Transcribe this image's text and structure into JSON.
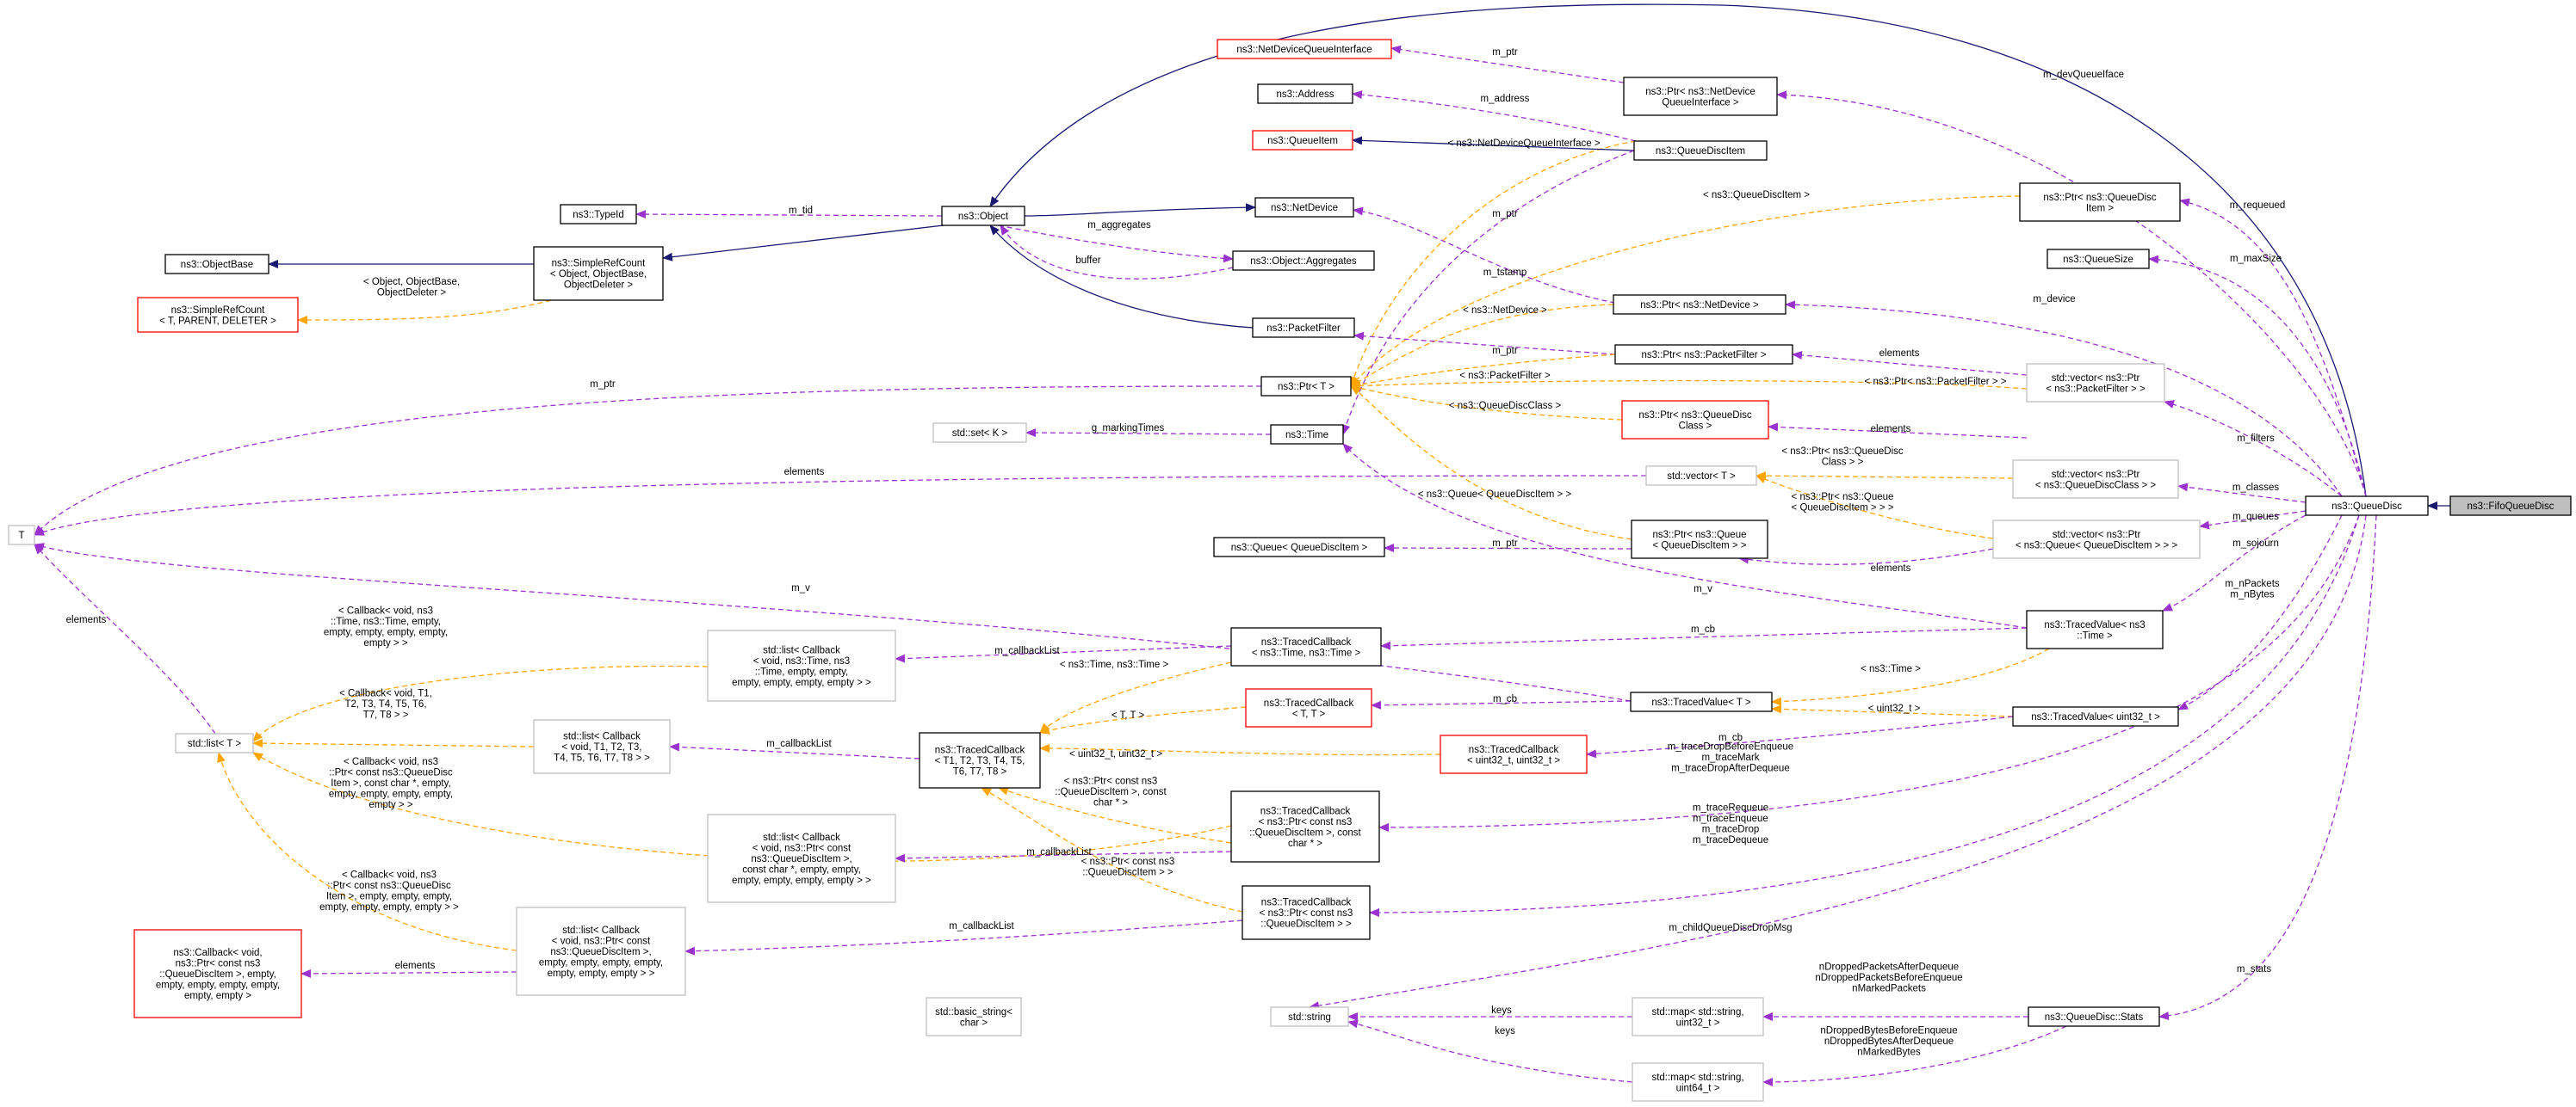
{
  "colors": {
    "inheritance": "#191970",
    "usage": "#9a32cd",
    "template": "#ffa500",
    "documented_border": "#000000",
    "undocumented_border": "#ff0000",
    "external_border": "#bfbfbf",
    "current_fill": "#bfbfbf"
  },
  "nodes": {
    "fifo": {
      "lines": [
        "ns3::FifoQueueDisc"
      ]
    },
    "queuedisc": {
      "lines": [
        "ns3::QueueDisc"
      ]
    },
    "object": {
      "lines": [
        "ns3::Object"
      ]
    },
    "simplerefcount": {
      "lines": [
        "ns3::SimpleRefCount",
        "< Object, ObjectBase,",
        "ObjectDeleter >"
      ]
    },
    "objectbase": {
      "lines": [
        "ns3::ObjectBase"
      ]
    },
    "simplerefcount_tpl": {
      "lines": [
        "ns3::SimpleRefCount",
        "< T, PARENT, DELETER >"
      ]
    },
    "typeid": {
      "lines": [
        "ns3::TypeId"
      ]
    },
    "ndqi": {
      "lines": [
        "ns3::NetDeviceQueueInterface"
      ]
    },
    "address": {
      "lines": [
        "ns3::Address"
      ]
    },
    "queueitem": {
      "lines": [
        "ns3::QueueItem"
      ]
    },
    "netdevice": {
      "lines": [
        "ns3::NetDevice"
      ]
    },
    "aggregates": {
      "lines": [
        "ns3::Object::Aggregates"
      ]
    },
    "packetfilter": {
      "lines": [
        "ns3::PacketFilter"
      ]
    },
    "ptr_t": {
      "lines": [
        "ns3::Ptr< T >"
      ]
    },
    "time": {
      "lines": [
        "ns3::Time"
      ]
    },
    "set_k": {
      "lines": [
        "std::set< K >"
      ]
    },
    "T": {
      "lines": [
        "T"
      ]
    },
    "queue_qdi": {
      "lines": [
        "ns3::Queue< QueueDiscItem >"
      ]
    },
    "ptr_ndqi": {
      "lines": [
        "ns3::Ptr< ns3::NetDevice",
        "QueueInterface >"
      ]
    },
    "qdi": {
      "lines": [
        "ns3::QueueDiscItem"
      ]
    },
    "ptr_qdi": {
      "lines": [
        "ns3::Ptr< ns3::QueueDisc",
        "Item >"
      ]
    },
    "queuesize": {
      "lines": [
        "ns3::QueueSize"
      ]
    },
    "ptr_nd": {
      "lines": [
        "ns3::Ptr< ns3::NetDevice >"
      ]
    },
    "ptr_pf": {
      "lines": [
        "ns3::Ptr< ns3::PacketFilter >"
      ]
    },
    "vec_pf": {
      "lines": [
        "std::vector< ns3::Ptr",
        "< ns3::PacketFilter > >"
      ]
    },
    "ptr_qdc": {
      "lines": [
        "ns3::Ptr< ns3::QueueDisc",
        "Class >"
      ]
    },
    "vec_t": {
      "lines": [
        "std::vector< T >"
      ]
    },
    "vec_qdc": {
      "lines": [
        "std::vector< ns3::Ptr",
        "< ns3::QueueDiscClass > >"
      ]
    },
    "ptr_queue": {
      "lines": [
        "ns3::Ptr< ns3::Queue",
        "< QueueDiscItem > >"
      ]
    },
    "vec_queue": {
      "lines": [
        "std::vector< ns3::Ptr",
        "< ns3::Queue< QueueDiscItem > > >"
      ]
    },
    "tv_time": {
      "lines": [
        "ns3::TracedValue< ns3",
        "::Time >"
      ]
    },
    "tv_T": {
      "lines": [
        "ns3::TracedValue< T >"
      ]
    },
    "tv_u32": {
      "lines": [
        "ns3::TracedValue< uint32_t >"
      ]
    },
    "tc_time": {
      "lines": [
        "ns3::TracedCallback",
        "< ns3::Time, ns3::Time >"
      ]
    },
    "tc_tt": {
      "lines": [
        "ns3::TracedCallback",
        "< T, T >"
      ]
    },
    "tc_u32": {
      "lines": [
        "ns3::TracedCallback",
        "< uint32_t, uint32_t >"
      ]
    },
    "tc_main": {
      "lines": [
        "ns3::TracedCallback",
        "< T1, T2, T3, T4, T5,",
        "T6, T7, T8 >"
      ]
    },
    "tc_ptr_char": {
      "lines": [
        "ns3::TracedCallback",
        "< ns3::Ptr< const ns3",
        "::QueueDiscItem >, const",
        "char * >"
      ]
    },
    "tc_ptr": {
      "lines": [
        "ns3::TracedCallback",
        "< ns3::Ptr< const ns3",
        "::QueueDiscItem > >"
      ]
    },
    "list_T": {
      "lines": [
        "std::list< T >"
      ]
    },
    "list_time": {
      "lines": [
        "std::list< Callback",
        "< void, ns3::Time, ns3",
        "::Time, empty, empty,",
        "empty, empty, empty, empty > >"
      ]
    },
    "list_tt": {
      "lines": [
        "std::list< Callback",
        "< void, T1, T2, T3,",
        "T4, T5, T6, T7, T8 > >"
      ]
    },
    "list_ptr_char": {
      "lines": [
        "std::list< Callback",
        "< void, ns3::Ptr< const",
        "ns3::QueueDiscItem >,",
        "const char *, empty, empty,",
        "empty, empty, empty, empty > >"
      ]
    },
    "list_ptr": {
      "lines": [
        "std::list< Callback",
        "< void, ns3::Ptr< const",
        "ns3::QueueDiscItem >,",
        "empty, empty, empty, empty,",
        "empty, empty, empty > >"
      ]
    },
    "callback_ptr": {
      "lines": [
        "ns3::Callback< void,",
        "ns3::Ptr< const ns3",
        "::QueueDiscItem >, empty,",
        "empty, empty, empty, empty,",
        "empty, empty >"
      ]
    },
    "basic_string": {
      "lines": [
        "std::basic_string<",
        "char >"
      ]
    },
    "string": {
      "lines": [
        "std::string"
      ]
    },
    "map_u32": {
      "lines": [
        "std::map< std::string,",
        "uint32_t >"
      ]
    },
    "map_u64": {
      "lines": [
        "std::map< std::string,",
        "uint64_t >"
      ]
    },
    "stats": {
      "lines": [
        "ns3::QueueDisc::Stats"
      ]
    }
  },
  "edges": [
    {
      "id": "e01",
      "label": [
        "m_ptr"
      ]
    },
    {
      "id": "e02",
      "label": [
        "m_address"
      ]
    },
    {
      "id": "e03",
      "label": [
        "< ns3::NetDeviceQueueInterface >"
      ]
    },
    {
      "id": "e04",
      "label": [
        "m_ptr"
      ]
    },
    {
      "id": "e05",
      "label": [
        "m_tid"
      ]
    },
    {
      "id": "e06",
      "label": [
        "m_aggregates"
      ]
    },
    {
      "id": "e07",
      "label": [
        "buffer"
      ]
    },
    {
      "id": "e08",
      "label": [
        "< ns3::QueueDiscItem >"
      ]
    },
    {
      "id": "e09",
      "label": [
        "m_ptr"
      ]
    },
    {
      "id": "e10",
      "label": [
        "m_tstamp"
      ]
    },
    {
      "id": "e11",
      "label": [
        "< ns3::NetDevice >"
      ]
    },
    {
      "id": "e12",
      "label": [
        "< Object, ObjectBase,",
        "ObjectDeleter >"
      ]
    },
    {
      "id": "e13",
      "label": [
        "m_ptr"
      ]
    },
    {
      "id": "e14",
      "label": [
        "elements"
      ]
    },
    {
      "id": "e15",
      "label": [
        "< ns3::PacketFilter >"
      ]
    },
    {
      "id": "e16",
      "label": [
        "< ns3::Ptr< ns3::PacketFilter > >"
      ]
    },
    {
      "id": "e17",
      "label": [
        "m_ptr"
      ]
    },
    {
      "id": "e18",
      "label": [
        "g_markingTimes"
      ]
    },
    {
      "id": "e19",
      "label": [
        "< ns3::QueueDiscClass >"
      ]
    },
    {
      "id": "e20",
      "label": [
        "< ns3::Queue< QueueDiscItem > >"
      ]
    },
    {
      "id": "e21",
      "label": [
        "elements"
      ]
    },
    {
      "id": "e22",
      "label": [
        "< ns3::Ptr< ns3::QueueDisc",
        "Class > >"
      ]
    },
    {
      "id": "e23",
      "label": [
        "elements"
      ]
    },
    {
      "id": "e24",
      "label": [
        "< ns3::Ptr< ns3::Queue",
        "< QueueDiscItem > > >"
      ]
    },
    {
      "id": "e25",
      "label": [
        "m_ptr"
      ]
    },
    {
      "id": "e26",
      "label": [
        "elements"
      ]
    },
    {
      "id": "e27",
      "label": [
        "m_v"
      ]
    },
    {
      "id": "e28",
      "label": [
        "m_v"
      ]
    },
    {
      "id": "e29",
      "label": [
        "m_cb"
      ]
    },
    {
      "id": "e30",
      "label": [
        "< ns3::Time >"
      ]
    },
    {
      "id": "e31",
      "label": [
        "m_callbackList"
      ]
    },
    {
      "id": "e32",
      "label": [
        "< ns3::Time, ns3::Time >"
      ]
    },
    {
      "id": "e33",
      "label": [
        "< Callback< void, ns3",
        "::Time, ns3::Time, empty,",
        "empty, empty, empty, empty,",
        "empty > >"
      ]
    },
    {
      "id": "e34",
      "label": [
        "elements"
      ]
    },
    {
      "id": "e35",
      "label": [
        "< T, T >"
      ]
    },
    {
      "id": "e36",
      "label": [
        "m_cb"
      ]
    },
    {
      "id": "e37",
      "label": [
        "< uint32_t >"
      ]
    },
    {
      "id": "e38",
      "label": [
        "< Callback< void, T1,",
        "T2, T3, T4, T5, T6,",
        "T7, T8 > >"
      ]
    },
    {
      "id": "e39",
      "label": [
        "m_callbackList"
      ]
    },
    {
      "id": "e40",
      "label": [
        "< uint32_t, uint32_t >"
      ]
    },
    {
      "id": "e41",
      "label": [
        "m_cb"
      ]
    },
    {
      "id": "e42",
      "label": [
        "< Callback< void, ns3",
        "::Ptr< const ns3::QueueDisc",
        "Item >, const char *, empty,",
        "empty, empty, empty, empty,",
        "empty > >"
      ]
    },
    {
      "id": "e43",
      "label": [
        "< ns3::Ptr< const ns3",
        "::QueueDiscItem >, const",
        "char * >"
      ]
    },
    {
      "id": "e44",
      "label": [
        "m_callbackList"
      ]
    },
    {
      "id": "e45",
      "label": [
        "< ns3::Ptr< const ns3",
        "::QueueDiscItem > >"
      ]
    },
    {
      "id": "e46",
      "label": [
        "< Callback< void, ns3",
        "::Ptr< const ns3::QueueDisc",
        "Item >, empty, empty, empty,",
        "empty, empty, empty, empty > >"
      ]
    },
    {
      "id": "e47",
      "label": [
        "elements"
      ]
    },
    {
      "id": "e48",
      "label": [
        "m_callbackList"
      ]
    },
    {
      "id": "e49",
      "label": [
        "keys"
      ]
    },
    {
      "id": "e50",
      "label": [
        "keys"
      ]
    },
    {
      "id": "e51",
      "label": [
        "nDroppedPacketsAfterDequeue",
        "nDroppedPacketsBeforeEnqueue",
        "nMarkedPackets"
      ]
    },
    {
      "id": "e52",
      "label": [
        "nDroppedBytesBeforeEnqueue",
        "nDroppedBytesAfterDequeue",
        "nMarkedBytes"
      ]
    },
    {
      "id": "q01",
      "label": [
        "m_devQueueIface"
      ]
    },
    {
      "id": "q02",
      "label": [
        "m_requeued"
      ]
    },
    {
      "id": "q03",
      "label": [
        "m_maxSize"
      ]
    },
    {
      "id": "q04",
      "label": [
        "m_device"
      ]
    },
    {
      "id": "q05",
      "label": [
        "m_filters"
      ]
    },
    {
      "id": "q06",
      "label": [
        "m_classes"
      ]
    },
    {
      "id": "q07",
      "label": [
        "m_queues"
      ]
    },
    {
      "id": "q08",
      "label": [
        "m_sojourn"
      ]
    },
    {
      "id": "q09",
      "label": [
        "m_nPackets",
        "m_nBytes"
      ]
    },
    {
      "id": "q10",
      "label": [
        "m_traceDropBeforeEnqueue",
        "m_traceMark",
        "m_traceDropAfterDequeue"
      ]
    },
    {
      "id": "q11",
      "label": [
        "m_traceRequeue",
        "m_traceEnqueue",
        "m_traceDrop",
        "m_traceDequeue"
      ]
    },
    {
      "id": "q12",
      "label": [
        "m_childQueueDiscDropMsg"
      ]
    },
    {
      "id": "q13",
      "label": [
        "m_stats"
      ]
    }
  ]
}
